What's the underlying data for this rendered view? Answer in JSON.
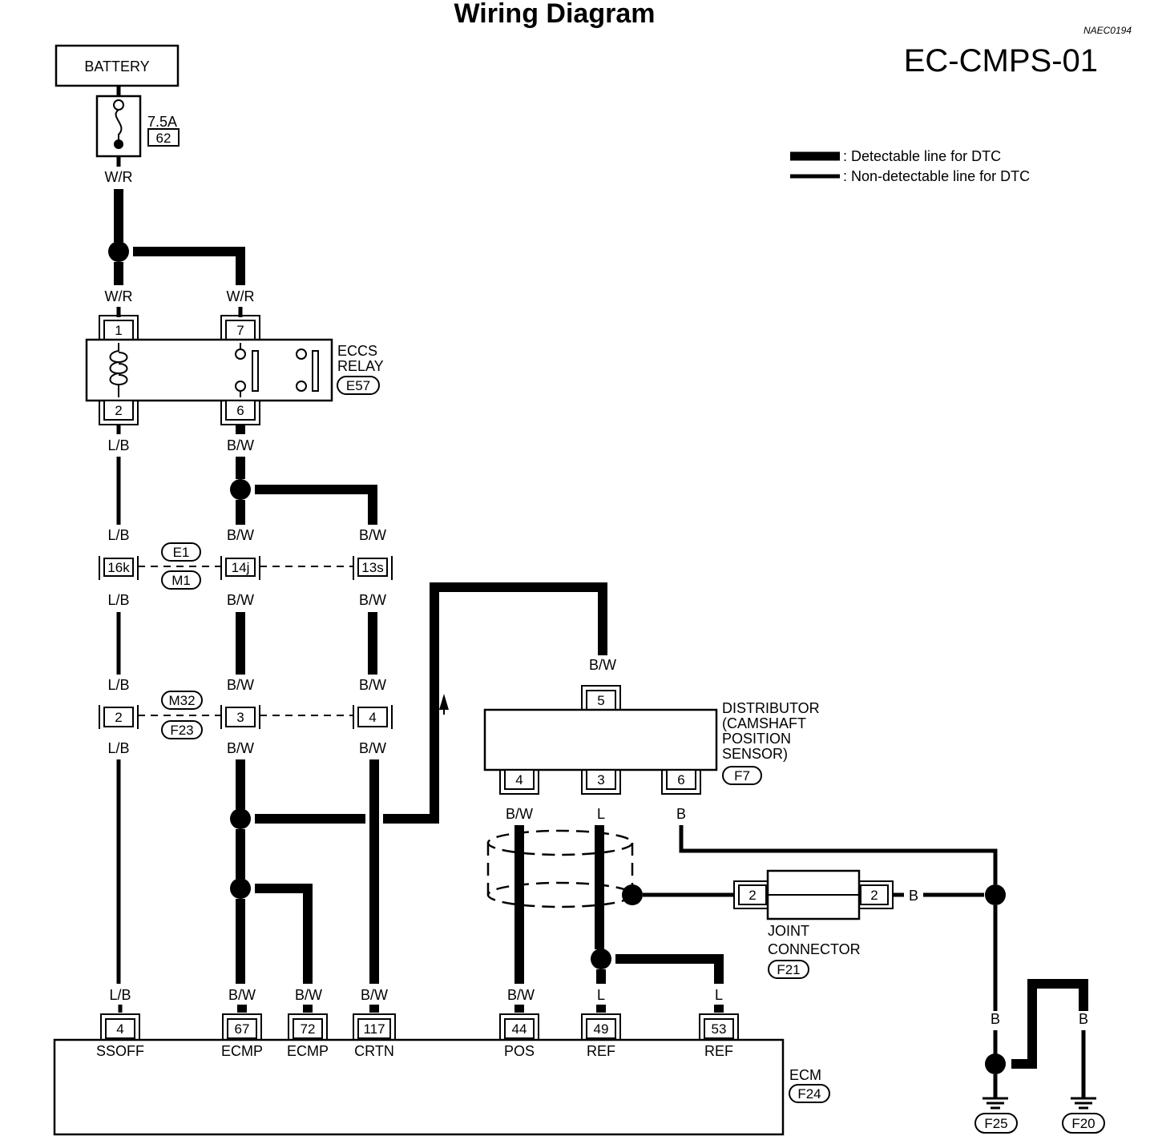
{
  "header": {
    "title": "Wiring Diagram",
    "code": "NAEC0194",
    "page_id": "EC-CMPS-01"
  },
  "legend": {
    "detectable": ": Detectable line for DTC",
    "non_detectable": ": Non-detectable line for DTC"
  },
  "battery": {
    "label": "BATTERY"
  },
  "fuse": {
    "rating": "7.5A",
    "number": "62"
  },
  "relay": {
    "name_line1": "ECCS",
    "name_line2": "RELAY",
    "connector": "E57",
    "pins": [
      "1",
      "7",
      "2",
      "6"
    ]
  },
  "wires": {
    "wr_fuse": "W/R",
    "wr_1": "W/R",
    "wr_7": "W/R",
    "lb": "L/B",
    "bw": "B/W",
    "l": "L",
    "b": "B"
  },
  "harness_upper": {
    "conn_top": "E1",
    "conn_bottom": "M1",
    "pins": [
      "16k",
      "14j",
      "13s"
    ]
  },
  "harness_lower": {
    "conn_top": "M32",
    "conn_bottom": "F23",
    "pins": [
      "2",
      "3",
      "4"
    ]
  },
  "distributor": {
    "name_line1": "DISTRIBUTOR",
    "name_line2": "(CAMSHAFT",
    "name_line3": "POSITION",
    "name_line4": "SENSOR)",
    "connector": "F7",
    "pin_top": "5",
    "pins_bottom": [
      "4",
      "3",
      "6"
    ]
  },
  "joint_connector": {
    "name_line1": "JOINT",
    "name_line2": "CONNECTOR",
    "connector": "F21",
    "pin_left": "2",
    "pin_right": "2"
  },
  "ecm": {
    "name": "ECM",
    "connector": "F24",
    "pins": [
      {
        "num": "4",
        "label": "SSOFF"
      },
      {
        "num": "67",
        "label": "ECMP"
      },
      {
        "num": "72",
        "label": "ECMP"
      },
      {
        "num": "117",
        "label": "CRTN"
      },
      {
        "num": "44",
        "label": "POS"
      },
      {
        "num": "49",
        "label": "REF"
      },
      {
        "num": "53",
        "label": "REF"
      }
    ]
  },
  "grounds": [
    "F25",
    "F20"
  ]
}
